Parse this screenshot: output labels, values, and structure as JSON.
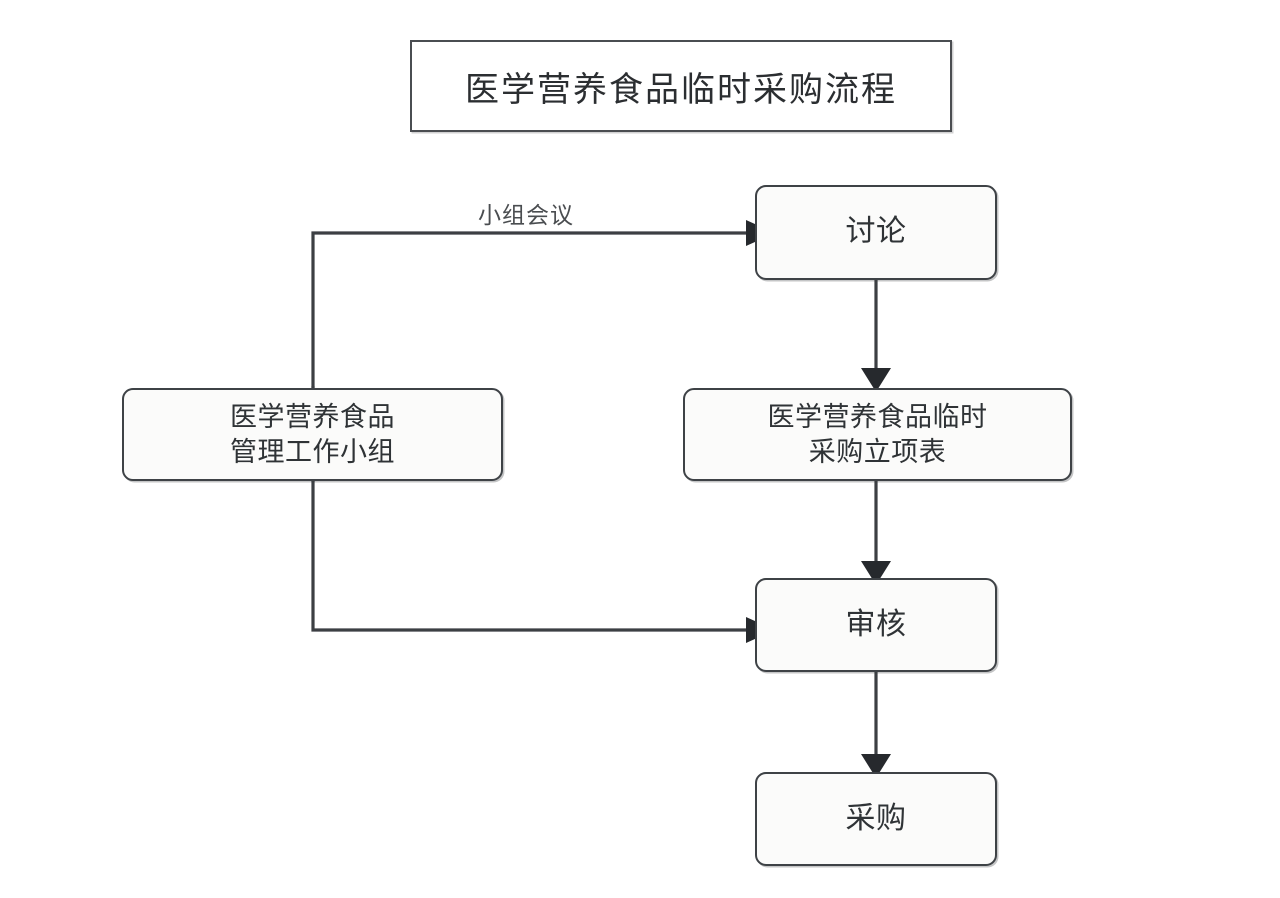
{
  "diagram": {
    "title": "医学营养食品临时采购流程",
    "background_color": "#ffffff",
    "node_fill": "#fbfbfa",
    "node_border_color": "#3e4246",
    "edge_color": "#3c3f43",
    "text_color": "#2f3336"
  },
  "nodes": {
    "group": {
      "label": "医学营养食品\n管理工作小组"
    },
    "discussion": {
      "label": "讨论"
    },
    "form": {
      "label": "医学营养食品临时\n采购立项表"
    },
    "review": {
      "label": "审核"
    },
    "purchase": {
      "label": "采购"
    }
  },
  "edges": {
    "group_to_discussion": {
      "label": "小组会议"
    },
    "discussion_to_form": {
      "label": ""
    },
    "form_to_review": {
      "label": ""
    },
    "group_to_review": {
      "label": ""
    },
    "review_to_purchase": {
      "label": ""
    }
  },
  "flow_data": {
    "type": "flowchart",
    "title": "医学营养食品临时采购流程",
    "orientation": "mixed",
    "nodes": [
      {
        "id": "group",
        "label": "医学营养食品管理工作小组",
        "shape": "rounded-rect"
      },
      {
        "id": "discussion",
        "label": "讨论",
        "shape": "rounded-rect"
      },
      {
        "id": "form",
        "label": "医学营养食品临时采购立项表",
        "shape": "rounded-rect"
      },
      {
        "id": "review",
        "label": "审核",
        "shape": "rounded-rect"
      },
      {
        "id": "purchase",
        "label": "采购",
        "shape": "rounded-rect"
      }
    ],
    "edges": [
      {
        "from": "group",
        "to": "discussion",
        "label": "小组会议",
        "style": "orthogonal"
      },
      {
        "from": "discussion",
        "to": "form",
        "label": "",
        "style": "straight"
      },
      {
        "from": "form",
        "to": "review",
        "label": "",
        "style": "straight"
      },
      {
        "from": "group",
        "to": "review",
        "label": "",
        "style": "orthogonal"
      },
      {
        "from": "review",
        "to": "purchase",
        "label": "",
        "style": "straight"
      }
    ]
  }
}
